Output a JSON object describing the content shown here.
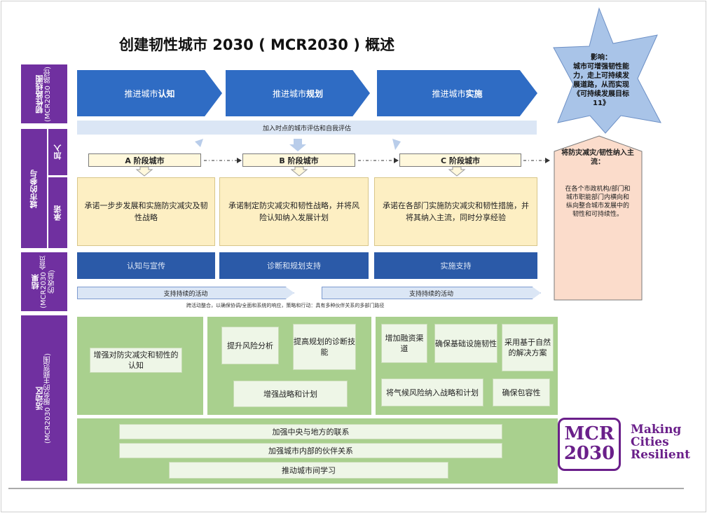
{
  "title": "创建韧性城市 2030 ( MCR2030 ) 概述",
  "sidebar": {
    "roadmap": {
      "label": "韧性路线图",
      "sub": "(MCR2030 路径)"
    },
    "participation": {
      "label": "城市的参与"
    },
    "join": {
      "label": "加入"
    },
    "commit": {
      "label": "承诺"
    },
    "results": {
      "label": "结果",
      "sub": "(MCR2030 会员的收益)"
    },
    "activity": {
      "label": "活动区",
      "sub": "(MCR2030 服务的主题范围)"
    }
  },
  "roadmap": {
    "steps": [
      {
        "prefix": "推进城市",
        "bold": "认知"
      },
      {
        "prefix": "推进城市",
        "bold": "规划"
      },
      {
        "prefix": "推进城市",
        "bold": "实施"
      }
    ],
    "assessment": "加入时点的城市评估和自我评估"
  },
  "impact": {
    "heading": "影响：",
    "body": "城市可增强韧性能力，走上可持续发展道路，从而实现《可持续发展目标 11》"
  },
  "mainstream": {
    "heading": "将防灾减灾/韧性纳入主流：",
    "body": "在各个市政机构/部门和城市职能部门内横向和纵向整合城市发展中的韧性和可持续性。"
  },
  "stages": [
    "A 阶段城市",
    "B 阶段城市",
    "C 阶段城市"
  ],
  "commitments": [
    "承诺一步步发展和实施防灾减灾及韧性战略",
    "承诺制定防灾减灾和韧性战略，并将风险认知纳入发展计划",
    "承诺在各部门实施防灾减灾和韧性措施，并将其纳入主流，同时分享经验"
  ],
  "results": [
    "认知与宣传",
    "诊断和规划支持",
    "实施支持"
  ],
  "support": {
    "label": "支持持续的活动",
    "note": "跨活动整合，以确保协调/全面和系统的响应，策略和行动：具有多种伙伴关系的多部门路径"
  },
  "activities": {
    "awareness": "增强对防灾减灾和韧性的认知",
    "planning": [
      "提升风险分析",
      "提高规划的诊断技能",
      "增强战略和计划"
    ],
    "implementation": [
      "增加融资渠道",
      "确保基础设施韧性",
      "采用基于自然的解决方案",
      "将气候风险纳入战略和计划",
      "确保包容性"
    ],
    "crosscut": [
      "加强中央与地方的联系",
      "加强城市内部的伙伴关系",
      "推动城市间学习"
    ]
  },
  "logo": {
    "mark_top": "MCR",
    "mark_bottom": "2030",
    "line1": "Making",
    "line2": "Cities",
    "line3": "Resilient"
  },
  "colors": {
    "purple": "#7030a0",
    "blue": "#2f6cc4",
    "darkblue": "#2b5aa8",
    "green": "#a9d08e",
    "cream": "#fdefc3",
    "star": "#a9c4e8",
    "peach": "#fbdccb"
  }
}
